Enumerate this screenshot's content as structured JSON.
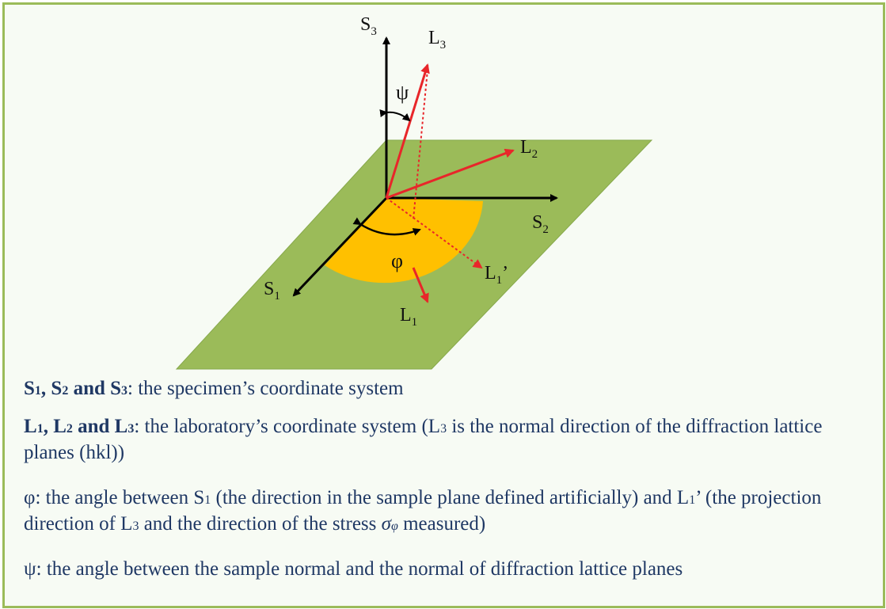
{
  "diagram": {
    "axes": {
      "s3": {
        "letter": "S",
        "sub": "3"
      },
      "l3": {
        "letter": "L",
        "sub": "3"
      },
      "l2": {
        "letter": "L",
        "sub": "2"
      },
      "s2": {
        "letter": "S",
        "sub": "2"
      },
      "s1": {
        "letter": "S",
        "sub": "1"
      },
      "l1": {
        "letter": "L",
        "sub": "1"
      },
      "l1p": {
        "letter": "L",
        "sub": "1",
        "prime": "’"
      }
    },
    "psi": "ψ",
    "phi": "φ",
    "colors": {
      "plane": "#9bbb59",
      "sector": "#ffc000",
      "lab_axes": "#e8262a",
      "specimen_axes": "#000000",
      "border": "#9bbb59",
      "text": "#1f3864"
    }
  },
  "legend": {
    "line1": {
      "b1": "S",
      "s1": "1",
      "b2": ", S",
      "s2": "2",
      "b3": " and S",
      "s3": "3",
      "text": ": the specimen’s coordinate system"
    },
    "line2": {
      "b1": "L",
      "s1": "1",
      "b2": ", L",
      "s2": "2",
      "b3": " and L",
      "s3": "3",
      "text_a": ": the laboratory’s coordinate system (L",
      "sub_a": "3",
      "text_b": " is the normal direction of the diffraction lattice planes (hkl))"
    },
    "line3": {
      "sym": "φ",
      "text_a": ": the angle between S",
      "sub_a": "1",
      "text_b": " (the direction in the sample plane defined artificially) and L",
      "sub_b": "1",
      "text_c": "’ (the projection direction of L",
      "sub_c": "3",
      "text_d": " and the direction of the stress ",
      "sigma": "σ",
      "sigma_sub": "φ",
      "text_e": " measured)"
    },
    "line4": {
      "sym": "ψ",
      "text": ": the angle between the sample normal and the normal of diffraction lattice planes"
    }
  }
}
